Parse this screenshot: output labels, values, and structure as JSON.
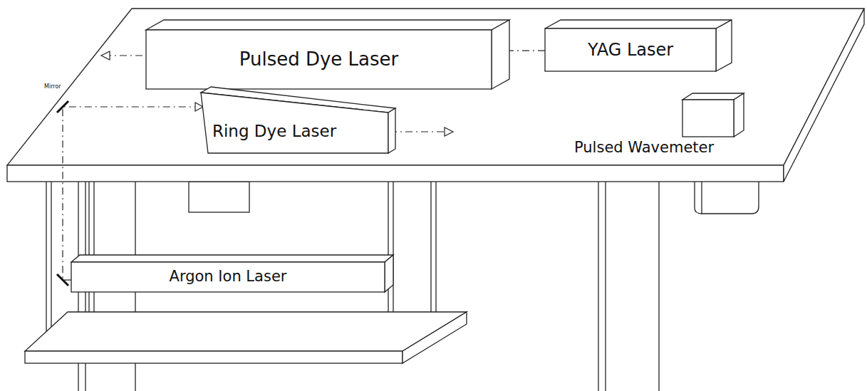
{
  "diagram": {
    "nodes": [
      {
        "text": [
          "Pulsed Dye Laser"
        ]
      },
      {
        "text": [
          "YAG Laser"
        ]
      },
      {
        "text": [
          "Ring Dye Laser"
        ]
      },
      {
        "text": [
          "Pulsed Wavemeter"
        ]
      },
      {
        "text": [
          "Argon Ion Laser"
        ]
      }
    ],
    "edges": [
      {
        "from": 1,
        "to": 0,
        "arrow": "to"
      },
      {
        "from": 4,
        "to": 2,
        "arrow": "to"
      }
    ],
    "labels": [
      "Mirror"
    ]
  }
}
